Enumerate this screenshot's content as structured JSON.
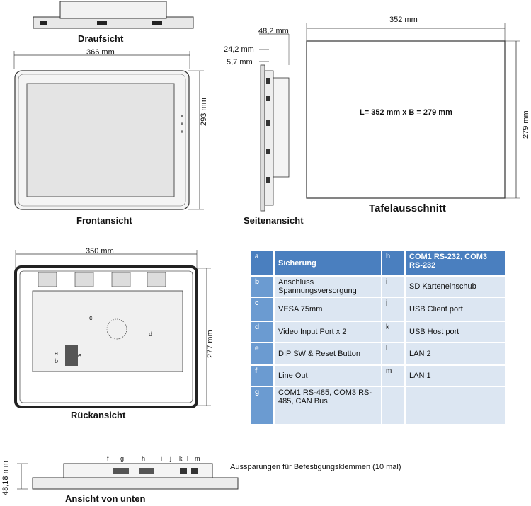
{
  "views": {
    "top_view": {
      "caption": "Draufsicht"
    },
    "front_view": {
      "caption": "Frontansicht",
      "width": "366 mm",
      "height": "293 mm"
    },
    "side_view": {
      "caption": "Seitenansicht",
      "depth_total": "48,2 mm",
      "depth_body": "24,2 mm",
      "depth_front": "5,7 mm"
    },
    "cutout": {
      "caption": "Tafelausschnitt",
      "width": "352 mm",
      "height": "279 mm",
      "formula": "L= 352 mm x B = 279 mm"
    },
    "rear_view": {
      "caption": "Rückansicht",
      "width": "350 mm",
      "height": "277 mm"
    },
    "bottom_view": {
      "caption": "Ansicht von unten",
      "height": "48,18 mm",
      "note": "Aussparungen für Befestigungsklemmen (10 mal)"
    }
  },
  "callouts": {
    "a": "a",
    "b": "b",
    "c": "c",
    "d": "d",
    "e": "e",
    "f": "f",
    "g": "g",
    "h": "h",
    "i": "i",
    "j": "j",
    "k": "k",
    "l": "l",
    "m": "m"
  },
  "legend": {
    "header": [
      {
        "key": "a",
        "label": "Sicherung"
      },
      {
        "key": "h",
        "label": "COM1 RS-232, COM3 RS-232"
      }
    ],
    "rows": [
      {
        "k1": "b",
        "v1": "Anschluss Spannungsversorgung",
        "k2": "i",
        "v2": "SD Karteneinschub"
      },
      {
        "k1": "c",
        "v1": "VESA 75mm",
        "k2": "j",
        "v2": "USB Client port"
      },
      {
        "k1": "d",
        "v1": "Video Input Port x 2",
        "k2": "k",
        "v2": "USB Host port"
      },
      {
        "k1": "e",
        "v1": "DIP SW & Reset Button",
        "k2": "l",
        "v2": "LAN 2"
      },
      {
        "k1": "f",
        "v1": "Line Out",
        "k2": "m",
        "v2": "LAN 1"
      },
      {
        "k1": "g",
        "v1": "COM1 RS-485, COM3 RS-485, CAN Bus",
        "k2": "",
        "v2": ""
      }
    ]
  },
  "colors": {
    "header_bg": "#4a7fbf",
    "key_bg": "#6b9bd1",
    "cell_bg": "#dce6f2"
  }
}
